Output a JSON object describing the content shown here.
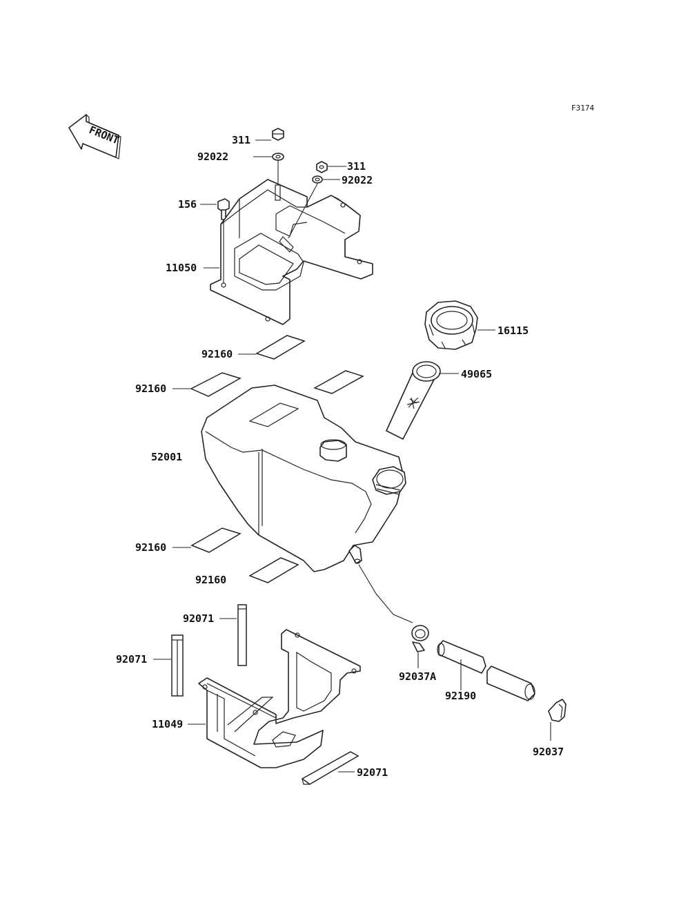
{
  "figure_code": "F3174",
  "front_indicator": "FRONT",
  "parts": {
    "p311_top": "311",
    "p92022_top": "92022",
    "p311_right": "311",
    "p92022_right": "92022",
    "p156": "156",
    "p11050": "11050",
    "p16115": "16115",
    "p92160_a": "92160",
    "p49065": "49065",
    "p92160_b": "92160",
    "p52001": "52001",
    "p92160_c": "92160",
    "p92160_d": "92160",
    "p92071_a": "92071",
    "p92071_b": "92071",
    "p92037a": "92037A",
    "p92190": "92190",
    "p11049": "11049",
    "p92037": "92037",
    "p92071_c": "92071"
  }
}
